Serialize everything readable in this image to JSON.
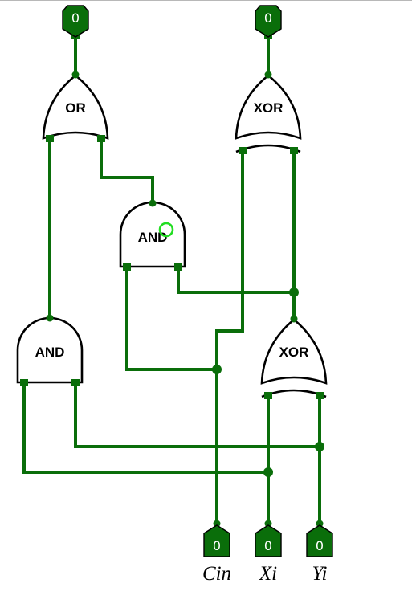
{
  "gates": {
    "or_top": "OR",
    "xor_top": "XOR",
    "and_middle": "AND",
    "and_left": "AND",
    "xor_lower": "XOR"
  },
  "outputs": {
    "carry_out_value": "0",
    "sum_value": "0"
  },
  "inputs": {
    "cin": {
      "name": "Cin",
      "value": "0"
    },
    "xi": {
      "name": "Xi",
      "value": "0"
    },
    "yi": {
      "name": "Yi",
      "value": "0"
    }
  },
  "colors": {
    "wire": "#0a6e0a",
    "gate_fill": "#ffffff",
    "gate_stroke": "#000000",
    "cursor_ring": "#22dd22"
  }
}
